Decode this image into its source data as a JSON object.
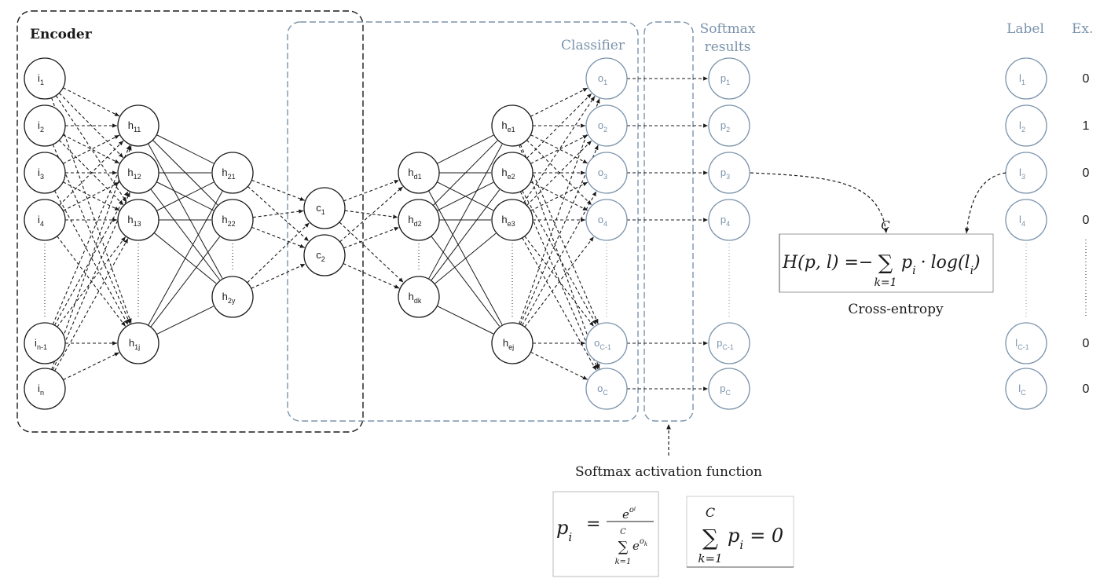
{
  "titles": {
    "encoder": "Encoder",
    "classifier": "Classifier",
    "softmax_results": [
      "Softmax",
      "results"
    ],
    "label": "Label",
    "example": "Ex.",
    "softmax_activation": "Softmax activation function",
    "cross_entropy": "Cross-entropy"
  },
  "colors": {
    "ink": "#1a1a1a",
    "classifier_blue": "#7a93ab",
    "label_gray": "#8a8a8a"
  },
  "layers": {
    "input": [
      {
        "base": "i",
        "sub": "1"
      },
      {
        "base": "i",
        "sub": "2"
      },
      {
        "base": "i",
        "sub": "3"
      },
      {
        "base": "i",
        "sub": "4"
      },
      {
        "base": "i",
        "sub": "n-1"
      },
      {
        "base": "i",
        "sub": "n"
      }
    ],
    "hidden1": [
      {
        "base": "h",
        "sub": "11"
      },
      {
        "base": "h",
        "sub": "12"
      },
      {
        "base": "h",
        "sub": "13"
      },
      {
        "base": "h",
        "sub": "1j"
      }
    ],
    "hidden2": [
      {
        "base": "h",
        "sub": "21"
      },
      {
        "base": "h",
        "sub": "22"
      },
      {
        "base": "h",
        "sub": "2y"
      }
    ],
    "code": [
      {
        "base": "c",
        "sub": "1"
      },
      {
        "base": "c",
        "sub": "2"
      }
    ],
    "decoder": [
      {
        "base": "h",
        "sub": "d1"
      },
      {
        "base": "h",
        "sub": "d2"
      },
      {
        "base": "h",
        "sub": "dk"
      }
    ],
    "hidden_e": [
      {
        "base": "h",
        "sub": "e1"
      },
      {
        "base": "h",
        "sub": "e2"
      },
      {
        "base": "h",
        "sub": "e3"
      },
      {
        "base": "h",
        "sub": "ej"
      }
    ],
    "output": [
      {
        "base": "o",
        "sub": "1"
      },
      {
        "base": "o",
        "sub": "2"
      },
      {
        "base": "o",
        "sub": "3"
      },
      {
        "base": "o",
        "sub": "4"
      },
      {
        "base": "o",
        "sub": "C-1"
      },
      {
        "base": "o",
        "sub": "C"
      }
    ],
    "softmax": [
      {
        "base": "p",
        "sub": "1"
      },
      {
        "base": "p",
        "sub": "2"
      },
      {
        "base": "p",
        "sub": "3"
      },
      {
        "base": "p",
        "sub": "4"
      },
      {
        "base": "p",
        "sub": "C-1"
      },
      {
        "base": "p",
        "sub": "C"
      }
    ],
    "labels": [
      {
        "base": "l",
        "sub": "1"
      },
      {
        "base": "l",
        "sub": "2"
      },
      {
        "base": "l",
        "sub": "3"
      },
      {
        "base": "l",
        "sub": "4"
      },
      {
        "base": "l",
        "sub": "C-1"
      },
      {
        "base": "l",
        "sub": "C"
      }
    ]
  },
  "example_values": [
    "0",
    "1",
    "0",
    "0",
    "0",
    "0"
  ],
  "formulas": {
    "cross_entropy": {
      "lhs": "H(p, l) =",
      "minus": "−",
      "sum": "∑",
      "upper": "C",
      "lower": "k=1",
      "term_p": "p",
      "term_p_sub": "i",
      "dot": "·",
      "term_log": "log(l",
      "term_log_sub": "i",
      "close": ")"
    },
    "softmax_def": {
      "lhs": "p",
      "lhs_sub": "i",
      "eq": "=",
      "num_e": "e",
      "num_sup": "o",
      "num_sup_sub": "i",
      "den_sum": "∑",
      "den_upper": "C",
      "den_lower": "k=1",
      "den_e": "e",
      "den_sup": "o",
      "den_sup_sub": "k"
    },
    "softmax_sum": {
      "sum": "∑",
      "upper": "C",
      "lower": "k=1",
      "term": "p",
      "term_sub": "i",
      "rhs": "= 0"
    }
  }
}
